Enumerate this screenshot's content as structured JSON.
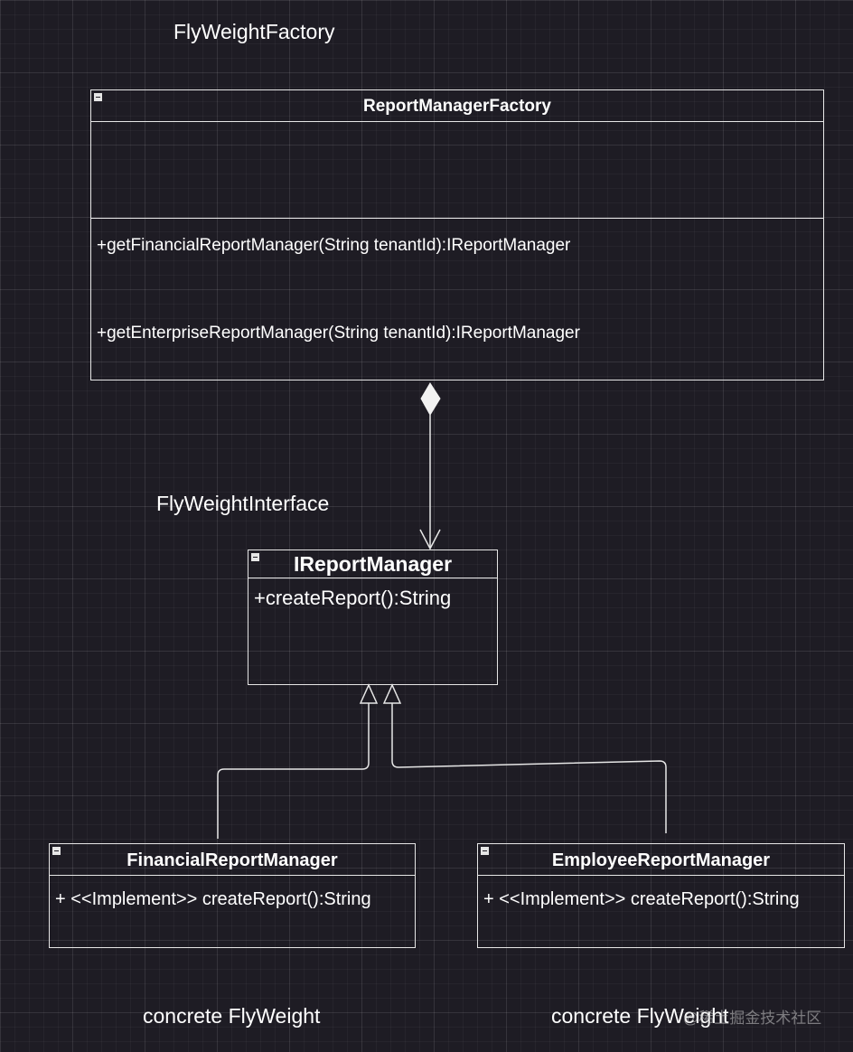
{
  "labels": {
    "factory_role": "FlyWeightFactory",
    "interface_role": "FlyWeightInterface",
    "concrete_left": "concrete FlyWeight",
    "concrete_right": "concrete FlyWeight"
  },
  "classes": {
    "factory": {
      "name": "ReportManagerFactory",
      "methods": [
        "+getFinancialReportManager(String tenantId):IReportManager",
        "+getEnterpriseReportManager(String tenantId):IReportManager"
      ]
    },
    "interface": {
      "name": "IReportManager",
      "methods": [
        "+createReport():String"
      ]
    },
    "financial": {
      "name": "FinancialReportManager",
      "methods": [
        "+ <<Implement>> createReport():String"
      ]
    },
    "employee": {
      "name": "EmployeeReportManager",
      "methods": [
        "+ <<Implement>> createReport():String"
      ]
    }
  },
  "watermark": "@稀土掘金技术社区",
  "colors": {
    "background": "#1e1c24",
    "stroke": "#e6e6e6",
    "text": "#ffffff"
  }
}
